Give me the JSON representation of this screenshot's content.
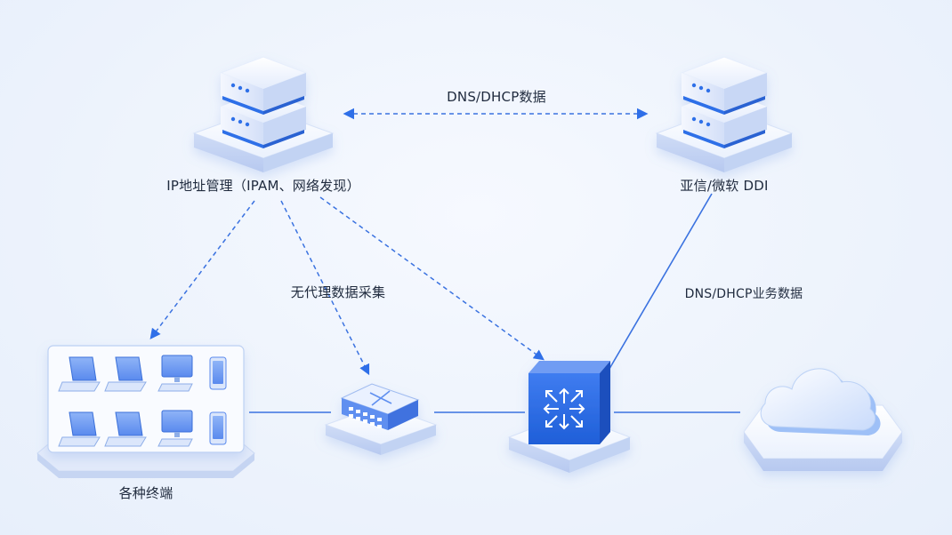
{
  "nodes": {
    "ipam": {
      "label": "IP地址管理（IPAM、网络发现）"
    },
    "ddi": {
      "label": "亚信/微软 DDI"
    },
    "terminals": {
      "label": "各种终端"
    },
    "probe": {
      "label": ""
    },
    "switch": {
      "label": ""
    },
    "cloud": {
      "label": ""
    }
  },
  "edges": {
    "dns_dhcp_data": {
      "label": "DNS/DHCP数据"
    },
    "agentless_collection": {
      "label": "无代理数据采集"
    },
    "dns_dhcp_business": {
      "label": "DNS/DHCP业务数据"
    }
  },
  "colors": {
    "accent": "#2f6fe8",
    "line": "#3a72e0",
    "platform": "#ffffff",
    "device_blue": "#6f9cf3"
  }
}
